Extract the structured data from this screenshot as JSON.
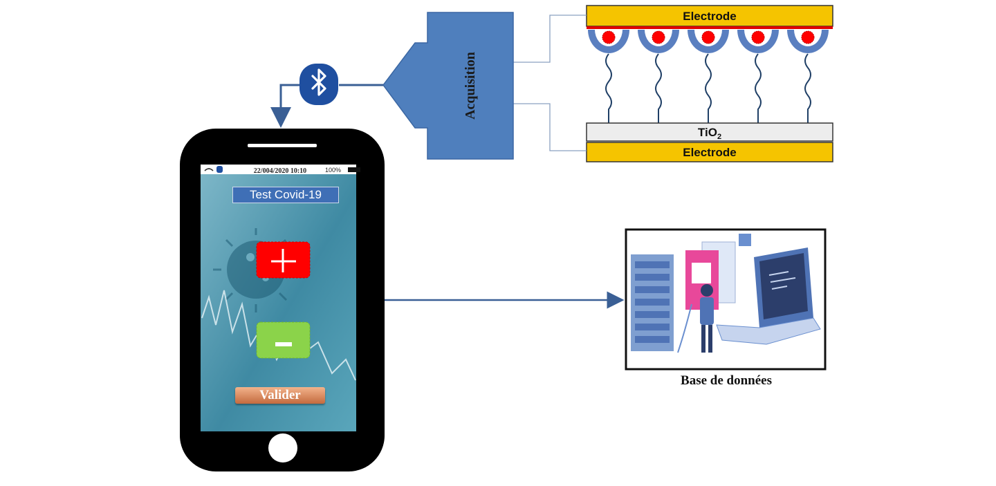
{
  "sensor": {
    "top_electrode_label": "Electrode",
    "middle_layer_label": "TiO",
    "middle_layer_subscript": "2",
    "bottom_electrode_label": "Electrode",
    "receptor_count": 5
  },
  "acquisition": {
    "label": "Acquisition"
  },
  "connection": {
    "icon": "bluetooth-icon"
  },
  "phone": {
    "status_time": "22/004/2020 10:10",
    "status_battery": "100%",
    "app_title": "Test Covid-19",
    "positive_button_icon": "plus-icon",
    "negative_button_icon": "minus-icon",
    "validate_label": "Valider"
  },
  "database": {
    "caption": "Base de données"
  },
  "page_caption": "",
  "colors": {
    "electrode": "#f5c400",
    "acquisition_block": "#4f7fbd",
    "bluetooth": "#1f4fa0",
    "positive": "#ff0000",
    "negative": "#8bd34a",
    "connector": "#3a5f95"
  }
}
